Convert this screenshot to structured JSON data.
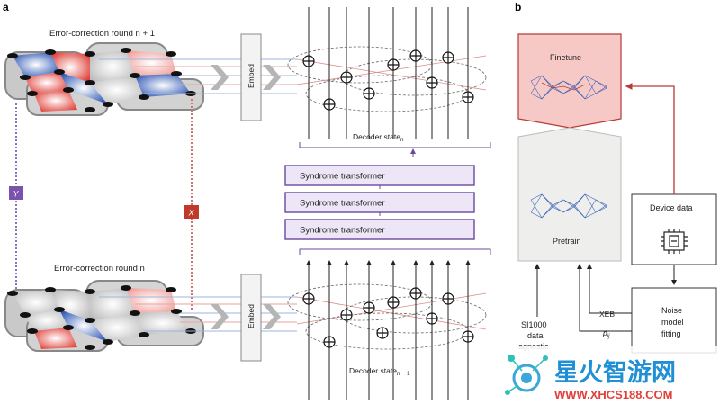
{
  "panels": {
    "a": "a",
    "b": "b"
  },
  "panel_a": {
    "round_top": "Error-correction round n + 1",
    "round_bottom": "Error-correction round n",
    "embed_label": "Embed",
    "y_label": "Y",
    "x_label": "X",
    "decoder_state_top": "Decoder state",
    "decoder_state_top_sub": "n",
    "decoder_state_bottom": "Decoder state",
    "decoder_state_bottom_sub": "n − 1",
    "transformers": [
      "Syndrome transformer",
      "Syndrome transformer",
      "Syndrome transformer"
    ]
  },
  "panel_b": {
    "finetune": "Finetune",
    "pretrain": "Pretrain",
    "device_data": "Device data",
    "noise_model": [
      "Noise",
      "model",
      "fitting"
    ],
    "xeb": "XEB",
    "pij": "p",
    "pij_sub": "ij",
    "si1000": [
      "SI1000",
      "data",
      "agnostic"
    ]
  },
  "watermark": {
    "brand": "星火智游网",
    "url": "WWW.XHCS188.COM"
  },
  "colors": {
    "purple": "#7b52ae",
    "red": "#c0392b",
    "finetune_fill": "#f6c9c7",
    "pretrain_fill": "#eeeeec",
    "transformer_fill": "#ede6f6",
    "blue": "#3a62b8"
  }
}
